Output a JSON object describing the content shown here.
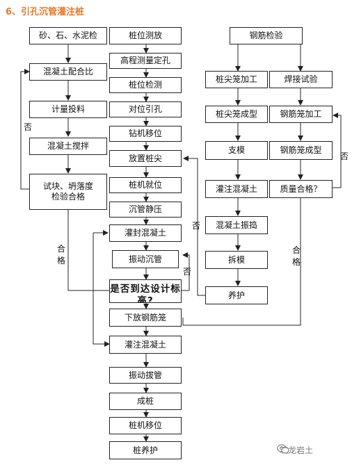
{
  "title": "6、引孔沉管灌注桩",
  "nodes": {
    "left_check": "砂、石、水泥检",
    "mix_ratio": "混凝土配合比",
    "metering": "计量投料",
    "mixing": "混凝土搅拌",
    "test_block": "试块、坍落度检验合格",
    "pile_layout": "桩位测放",
    "elevation": "高程测量定孔",
    "pile_check": "桩位检测",
    "align_hole": "对位引孔",
    "drill_move": "钻机移位",
    "place_tip": "放置桩尖",
    "rig_in_place": "桩机就位",
    "static_press": "沉管静压",
    "seal_concrete": "灌封混凝土",
    "vibro_sink": "振动沉管",
    "design_elev": "是否到达设计标高?",
    "lower_cage": "下放钢筋笼",
    "pour_concrete": "灌注混凝土",
    "vibro_pull": "振动拔管",
    "pile_formed": "成桩",
    "rig_move": "桩机移位",
    "pile_cure": "桩养护",
    "rebar_check": "钢筋检验",
    "tip_cage_proc": "桩尖笼加工",
    "weld_test": "焊接试验",
    "tip_cage_form": "桩尖笼成型",
    "cage_proc": "钢筋笼加工",
    "formwork": "支模",
    "cage_form": "钢筋笼成型",
    "pour_concrete_r": "灌注混凝土",
    "quality_ok": "质量合格？",
    "vibrate": "混凝土振捣",
    "demold": "拆模",
    "curing": "养护"
  },
  "labels": {
    "no_left": "否",
    "pass_left": "合格",
    "no_mid_right": "否",
    "no_mid": "否",
    "pass_right": "合格",
    "no_right": "否"
  },
  "watermark": "筑龙岩土",
  "watermark_icon": "wechat-icon",
  "colors": {
    "title": "#e8792a",
    "line": "#222222"
  }
}
